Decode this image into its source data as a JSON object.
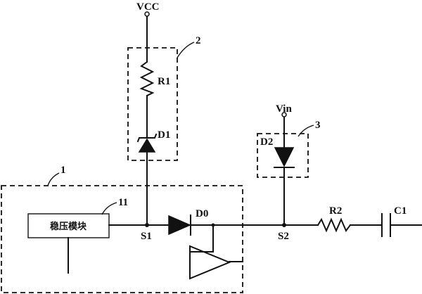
{
  "labels": {
    "vcc": "VCC",
    "vin": "Vin",
    "r1": "R1",
    "d1": "D1",
    "d2": "D2",
    "d0": "D0",
    "r2": "R2",
    "c1": "C1",
    "s1": "S1",
    "s2": "S2",
    "regulator_module": "稳压模块"
  },
  "callouts": {
    "block1": "1",
    "block2": "2",
    "block3": "3",
    "block11": "11"
  }
}
